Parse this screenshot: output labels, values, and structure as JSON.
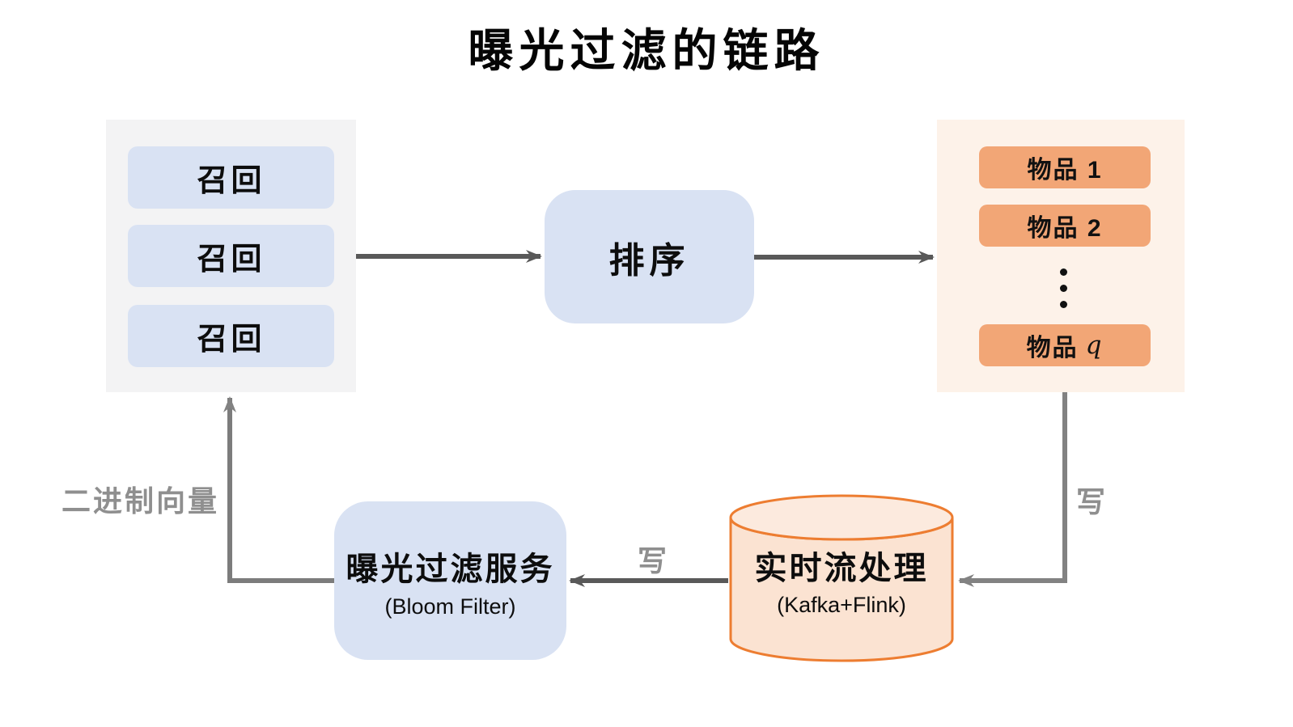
{
  "title": "曝光过滤的链路",
  "recall_panel": {
    "boxes": [
      "召回",
      "召回",
      "召回"
    ]
  },
  "rank_box": {
    "label": "排序"
  },
  "items_panel": {
    "boxes": [
      "物品 1",
      "物品 2"
    ],
    "last_box_prefix": "物品",
    "last_box_var": "q"
  },
  "bloom_box": {
    "title": "曝光过滤服务",
    "subtitle": "(Bloom Filter)"
  },
  "stream_db": {
    "title": "实时流处理",
    "subtitle": "(Kafka+Flink)"
  },
  "edge_labels": {
    "binary_vector": "二进制向量",
    "write_to_bloom": "写",
    "write_to_stream": "写"
  },
  "icons": {
    "ellipsis": "vertical-ellipsis"
  },
  "colors": {
    "blue_box": "#d9e2f3",
    "gray_panel": "#f3f3f4",
    "orange_panel": "#fdf2e9",
    "orange_box": "#f2a676",
    "cylinder_fill": "#fbe3d2",
    "cylinder_top_fill": "#fceade",
    "cylinder_stroke": "#ed7d31",
    "arrow_dark": "#595959",
    "arrow_gray": "#828282",
    "label_gray": "#8f8f8f"
  }
}
